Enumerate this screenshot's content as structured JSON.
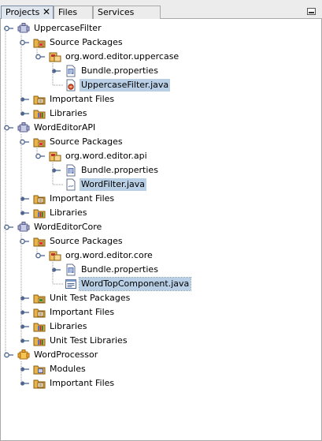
{
  "tabs": [
    {
      "label": "Projects",
      "active": true,
      "has_close": true
    },
    {
      "label": "Files",
      "active": false,
      "has_close": false
    },
    {
      "label": "Services",
      "active": false,
      "has_close": false
    }
  ],
  "tree": [
    {
      "label": "UppercaseFilter",
      "icon": "project-icon",
      "toggle": "expanded",
      "level": 0
    },
    {
      "label": "Source Packages",
      "icon": "source-packages-icon",
      "toggle": "expanded",
      "level": 1
    },
    {
      "label": "org.word.editor.uppercase",
      "icon": "package-icon",
      "toggle": "expanded",
      "level": 2
    },
    {
      "label": "Bundle.properties",
      "icon": "properties-file-icon",
      "toggle": "collapsed",
      "level": 3
    },
    {
      "label": "UppercaseFilter.java",
      "icon": "java-class-icon",
      "toggle": "none",
      "level": 3,
      "selected": true
    },
    {
      "label": "Important Files",
      "icon": "important-files-icon",
      "toggle": "collapsed",
      "level": 1
    },
    {
      "label": "Libraries",
      "icon": "libraries-icon",
      "toggle": "collapsed",
      "level": 1
    },
    {
      "label": "WordEditorAPI",
      "icon": "project-icon",
      "toggle": "expanded",
      "level": 0
    },
    {
      "label": "Source Packages",
      "icon": "source-packages-icon",
      "toggle": "expanded",
      "level": 1
    },
    {
      "label": "org.word.editor.api",
      "icon": "package-icon",
      "toggle": "expanded",
      "level": 2
    },
    {
      "label": "Bundle.properties",
      "icon": "properties-file-icon",
      "toggle": "collapsed",
      "level": 3
    },
    {
      "label": "WordFilter.java",
      "icon": "java-interface-icon",
      "toggle": "none",
      "level": 3,
      "selected": true
    },
    {
      "label": "Important Files",
      "icon": "important-files-icon",
      "toggle": "collapsed",
      "level": 1
    },
    {
      "label": "Libraries",
      "icon": "libraries-icon",
      "toggle": "collapsed",
      "level": 1
    },
    {
      "label": "WordEditorCore",
      "icon": "project-icon",
      "toggle": "expanded",
      "level": 0
    },
    {
      "label": "Source Packages",
      "icon": "source-packages-icon",
      "toggle": "expanded",
      "level": 1
    },
    {
      "label": "org.word.editor.core",
      "icon": "package-icon",
      "toggle": "expanded",
      "level": 2
    },
    {
      "label": "Bundle.properties",
      "icon": "properties-file-icon",
      "toggle": "collapsed",
      "level": 3
    },
    {
      "label": "WordTopComponent.java",
      "icon": "top-component-icon",
      "toggle": "none",
      "level": 3,
      "selected": true,
      "focused": true
    },
    {
      "label": "Unit Test Packages",
      "icon": "test-packages-icon",
      "toggle": "collapsed",
      "level": 1
    },
    {
      "label": "Important Files",
      "icon": "important-files-icon",
      "toggle": "collapsed",
      "level": 1
    },
    {
      "label": "Libraries",
      "icon": "libraries-icon",
      "toggle": "collapsed",
      "level": 1
    },
    {
      "label": "Unit Test Libraries",
      "icon": "libraries-icon",
      "toggle": "collapsed",
      "level": 1
    },
    {
      "label": "WordProcessor",
      "icon": "suite-icon",
      "toggle": "expanded",
      "level": 0
    },
    {
      "label": "Modules",
      "icon": "modules-icon",
      "toggle": "collapsed",
      "level": 1
    },
    {
      "label": "Important Files",
      "icon": "important-files-icon",
      "toggle": "collapsed",
      "level": 1
    }
  ],
  "colors": {
    "selection": "#b8cfe5",
    "tree_line": "#9a9a9a",
    "toggle": "#4a6690",
    "folder": "#d9a53a"
  }
}
